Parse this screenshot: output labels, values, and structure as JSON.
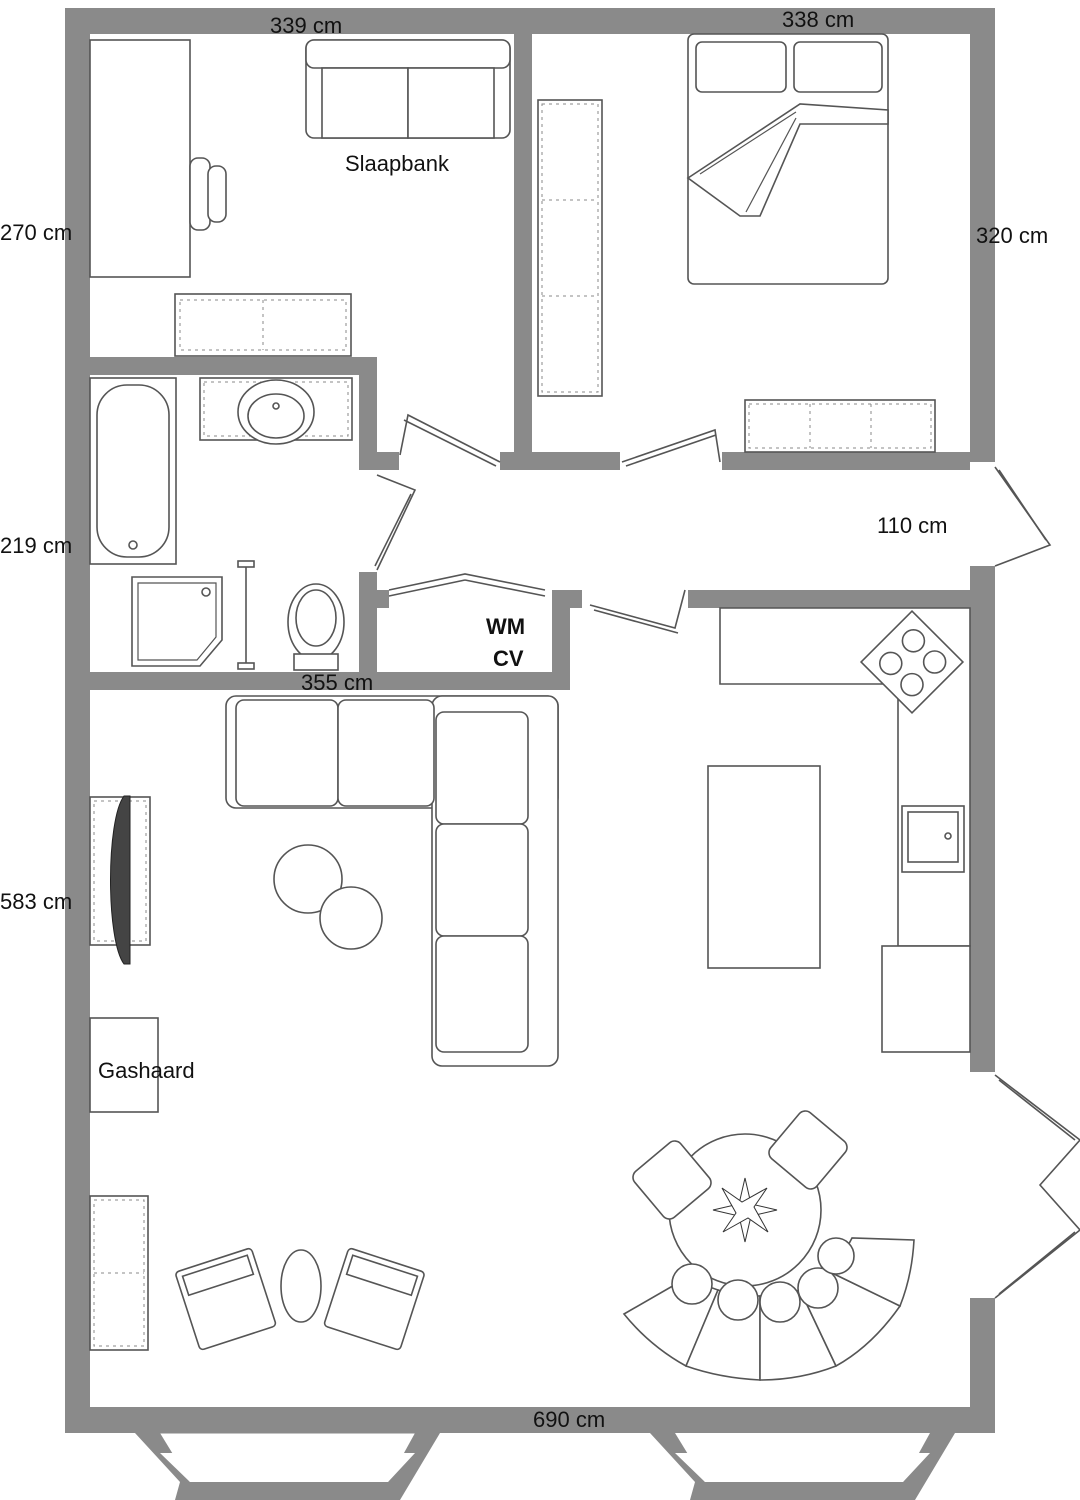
{
  "colors": {
    "wall": "#8a8a8a",
    "furniture_stroke": "#555555",
    "background": "#ffffff"
  },
  "dimensions": {
    "top_left": "339 cm",
    "top_right": "338 cm",
    "left_top": "270 cm",
    "right_top": "320 cm",
    "left_mid": "219 cm",
    "hall_right": "110 cm",
    "bathroom_bottom": "355 cm",
    "left_bottom": "583 cm",
    "bottom": "690 cm"
  },
  "room_labels": {
    "sofa_bed": "Slaapbank",
    "gas_fireplace": "Gashaard",
    "utility_wm": "WM",
    "utility_cv": "CV"
  }
}
